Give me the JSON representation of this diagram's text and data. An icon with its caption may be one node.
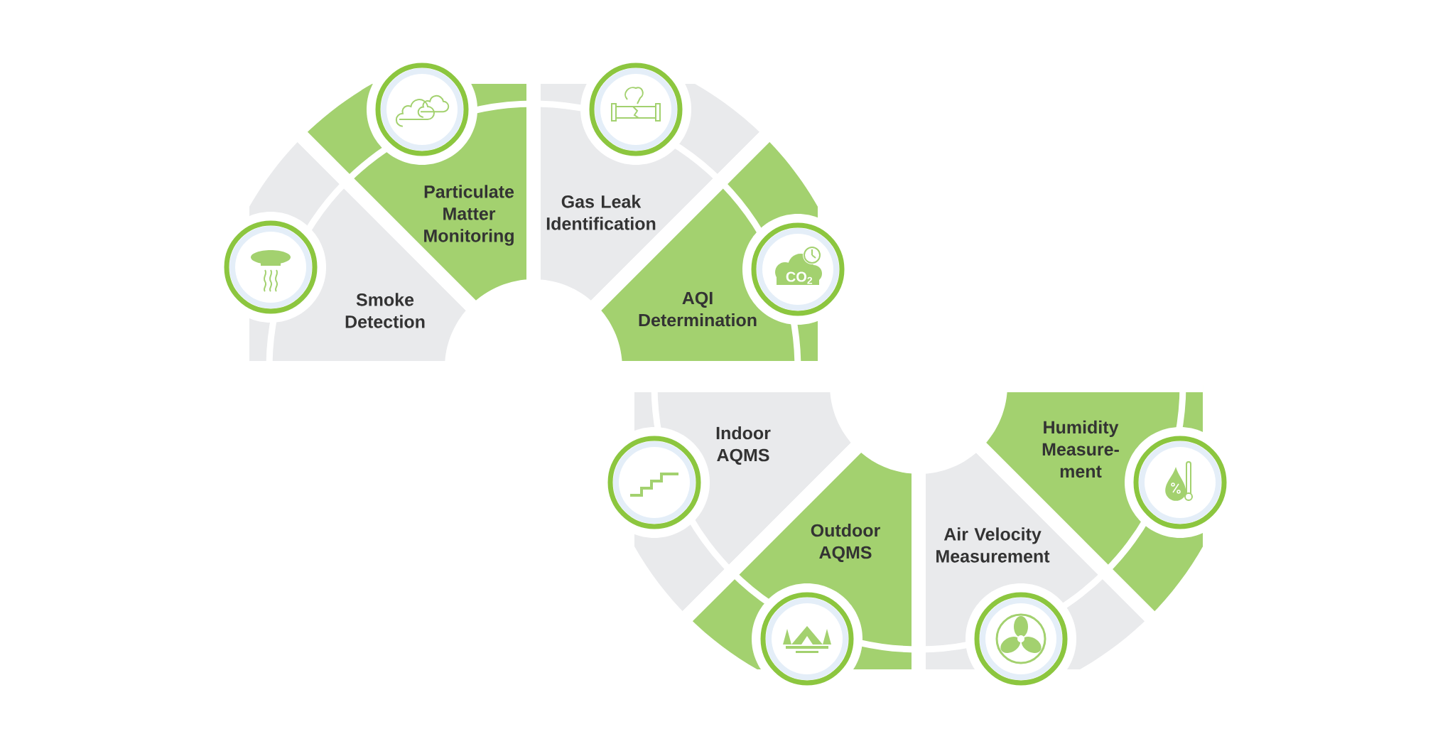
{
  "diagram": {
    "nodes": [
      {
        "text": [
          "Smoke Detection"
        ]
      },
      {
        "text": [
          "Particulate Matter Monitoring"
        ]
      },
      {
        "text": [
          "Gas Leak Identification"
        ]
      },
      {
        "text": [
          "AQI Determination"
        ]
      },
      {
        "text": [
          "Indoor AQMS"
        ]
      },
      {
        "text": [
          "Outdoor AQMS"
        ]
      },
      {
        "text": [
          "Air Velocity Measurement"
        ]
      },
      {
        "text": [
          "Humidity Measure- ment"
        ]
      }
    ],
    "labels": [
      "CO$_{2}$"
    ]
  }
}
